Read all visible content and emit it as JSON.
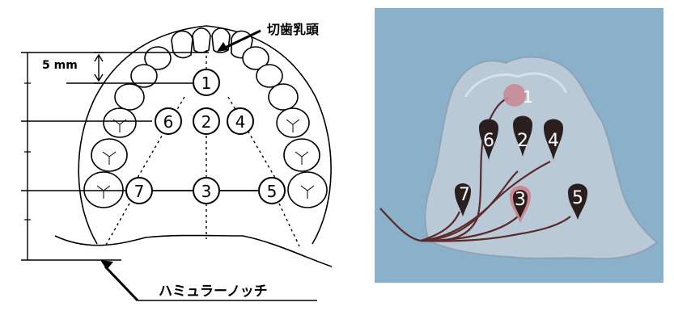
{
  "diagram": {
    "labels": {
      "incisive_papilla": "切歯乳頭",
      "hamular_notch": "ハミュラーノッチ",
      "distance": "5 mm"
    },
    "electrodes": [
      "1",
      "2",
      "3",
      "4",
      "5",
      "6",
      "7"
    ]
  },
  "photo": {
    "electrodes": [
      "1",
      "2",
      "3",
      "4",
      "5",
      "6",
      "7"
    ],
    "colors": {
      "background": "#7fa7c4",
      "plate": "#b9c9d6",
      "wire": "#5a2a2a",
      "marker": "#2a1e1e"
    }
  }
}
